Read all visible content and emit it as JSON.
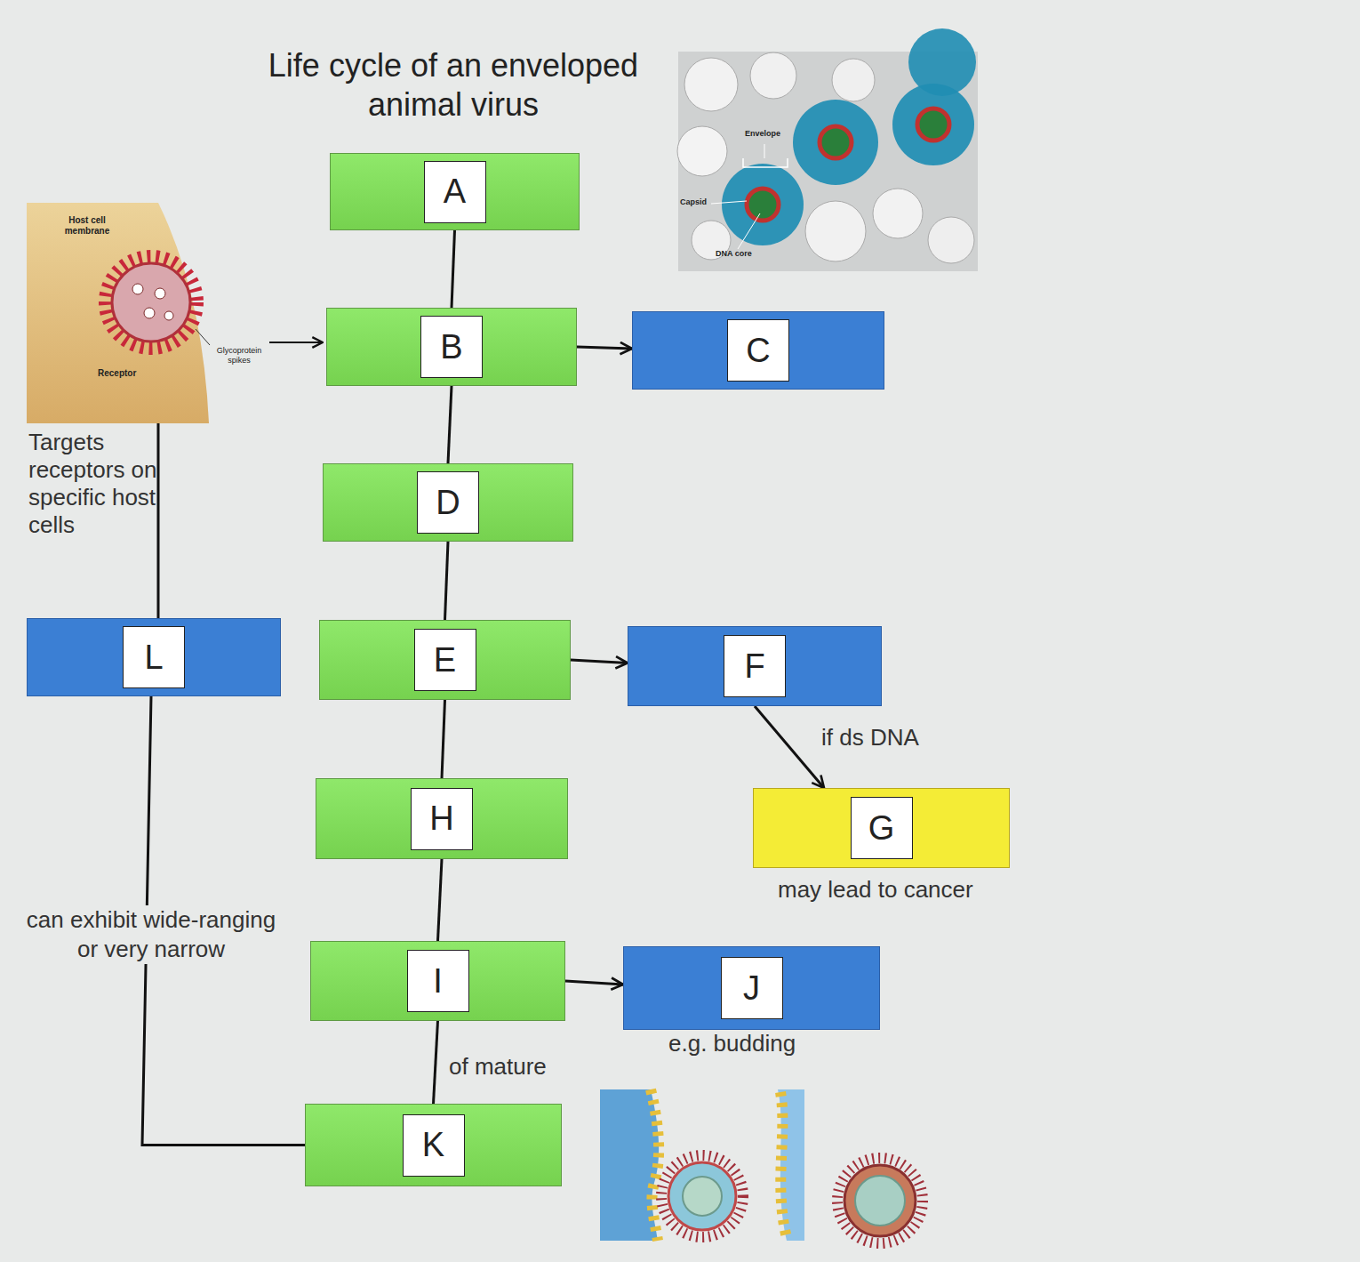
{
  "diagram": {
    "title": "Life cycle of an enveloped animal virus",
    "nodes": [
      {
        "text": [
          "A"
        ]
      },
      {
        "text": [
          "B"
        ]
      },
      {
        "text": [
          "C"
        ]
      },
      {
        "text": [
          "D"
        ]
      },
      {
        "text": [
          "L"
        ]
      },
      {
        "text": [
          "E"
        ]
      },
      {
        "text": [
          "F"
        ]
      },
      {
        "text": [
          "H"
        ]
      },
      {
        "text": [
          "G"
        ]
      },
      {
        "text": [
          "I"
        ]
      },
      {
        "text": [
          "J"
        ]
      },
      {
        "text": [
          "K"
        ]
      }
    ],
    "edges": [
      {
        "from": 0,
        "to": 1,
        "arrow": "none"
      },
      {
        "from": 1,
        "to": 2,
        "arrow": "to"
      },
      {
        "from": 1,
        "to": 3,
        "arrow": "none"
      },
      {
        "from": 3,
        "to": 5,
        "arrow": "none"
      },
      {
        "from": 5,
        "to": 6,
        "arrow": "to"
      },
      {
        "from": 6,
        "to": 8,
        "label": "if ds DNA",
        "arrow": "to"
      },
      {
        "from": 5,
        "to": 7,
        "arrow": "none"
      },
      {
        "from": 7,
        "to": 9,
        "arrow": "none"
      },
      {
        "from": 9,
        "to": 10,
        "arrow": "to"
      },
      {
        "from": 9,
        "to": 11,
        "label": "of mature",
        "arrow": "none"
      },
      {
        "from": 4,
        "to": 11,
        "label": "can exhibit wide-ranging or very narrow",
        "arrow": "none"
      }
    ],
    "labels": [
      "Envelope",
      "Capsid",
      "DNA core",
      "Host cell membrane",
      "Glycoprotein spikes",
      "Receptor",
      "Targets receptors on specific host cells",
      "may lead to cancer",
      "e.g. budding"
    ]
  }
}
